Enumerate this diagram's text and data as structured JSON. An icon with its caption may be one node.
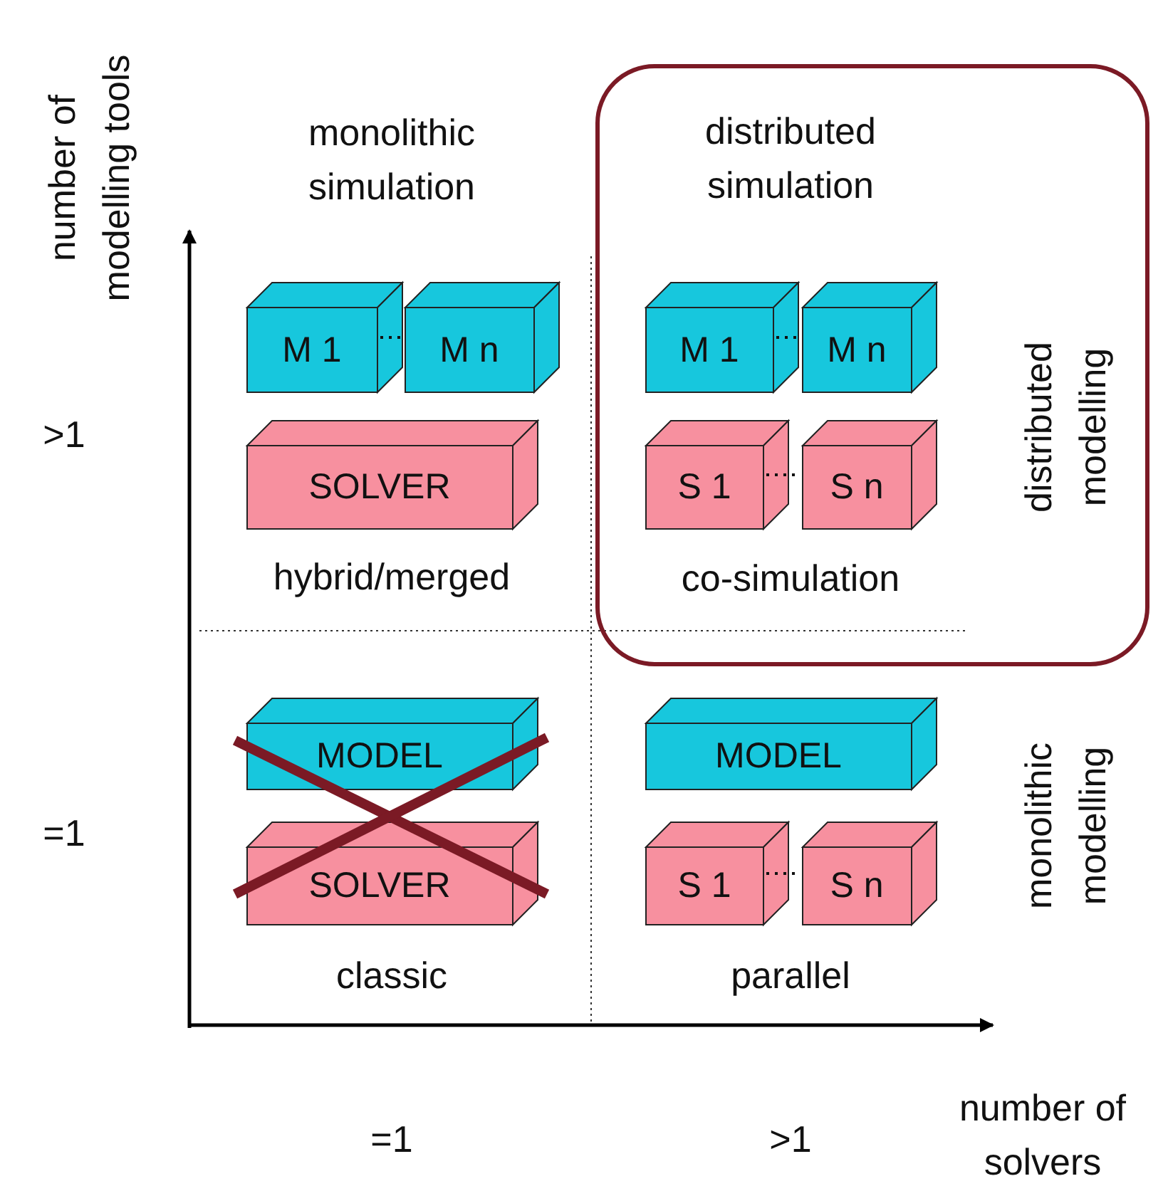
{
  "diagram": {
    "nodes": [
      {
        "text": [
          "distributed simulation",
          "co-simulation"
        ]
      },
      {
        "text": [
          "M 1"
        ]
      },
      {
        "text": [
          "M n"
        ]
      },
      {
        "text": [
          "M 1"
        ],
        "in": 0
      },
      {
        "text": [
          "M n"
        ],
        "in": 0
      },
      {
        "text": [
          "SOLVER"
        ]
      },
      {
        "text": [
          "S 1"
        ],
        "in": 0
      },
      {
        "text": [
          "S n"
        ],
        "in": 0
      },
      {
        "text": [
          "MODEL"
        ]
      },
      {
        "text": [
          "MODEL"
        ]
      },
      {
        "text": [
          "SOLVER"
        ]
      },
      {
        "text": [
          "S 1"
        ]
      },
      {
        "text": [
          "S n"
        ]
      }
    ],
    "edges": [
      {
        "from": 1,
        "to": 2,
        "arrow": "none",
        "style": "dashed"
      },
      {
        "from": 3,
        "to": 4,
        "arrow": "none",
        "style": "dashed"
      },
      {
        "from": 6,
        "to": 7,
        "arrow": "none",
        "style": "dashed"
      },
      {
        "from": 11,
        "to": 12,
        "arrow": "none",
        "style": "dashed"
      }
    ],
    "labels": [
      "number of modelling tools",
      "monolithic simulation",
      ">1",
      "hybrid/merged",
      "distributed modelling",
      "=1",
      "monolithic modelling",
      "classic",
      "parallel",
      "number of solvers",
      "=1",
      ">1"
    ]
  }
}
